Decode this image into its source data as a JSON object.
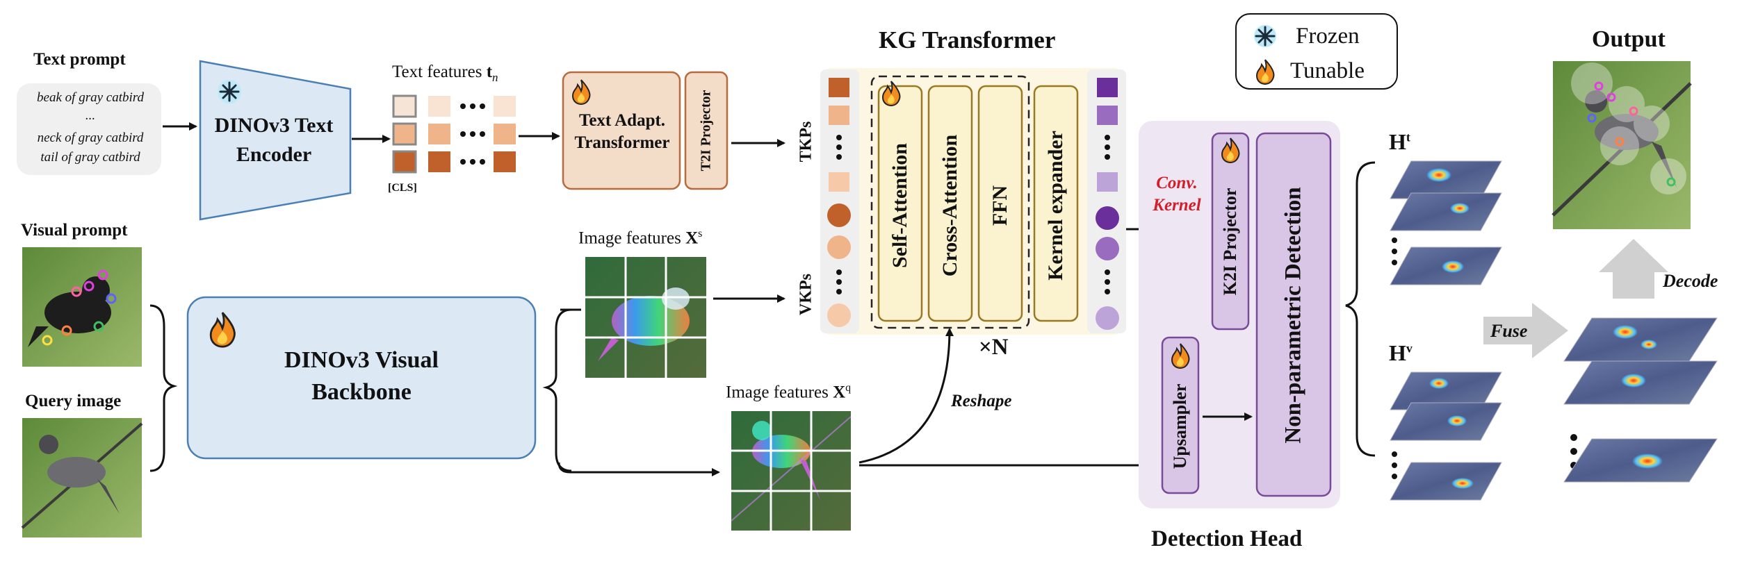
{
  "legend": {
    "frozen": "Frozen",
    "tunable": "Tunable"
  },
  "text_prompt": {
    "title": "Text prompt",
    "lines": [
      "beak of gray catbird",
      "...",
      "neck of gray catbird",
      "tail of gray catbird"
    ]
  },
  "text_encoder": {
    "line1": "DINOv3 Text",
    "line2": "Encoder"
  },
  "text_features": {
    "label": "Text features ",
    "symbol": "t",
    "subscript": "n",
    "cls": "[CLS]"
  },
  "text_adapter": {
    "line1": "Text Adapt.",
    "line2": "Transformer",
    "projector": "T2I Projector"
  },
  "kg_transformer": {
    "title": "KG Transformer",
    "blocks": [
      "Self-Attention",
      "Cross-Attention",
      "FFN",
      "Kernel expander"
    ],
    "repeat": "×N",
    "tkps": "TKPs",
    "vkps": "VKPs"
  },
  "visual_prompt": {
    "title": "Visual prompt"
  },
  "query_image": {
    "title": "Query image"
  },
  "backbone": {
    "line1": "DINOv3 Visual",
    "line2": "Backbone"
  },
  "image_features_s": {
    "label": "Image features ",
    "symbol": "X",
    "sup": "s"
  },
  "image_features_q": {
    "label": "Image features ",
    "symbol": "X",
    "sup": "q"
  },
  "reshape": "Reshape",
  "conv_kernel": {
    "line1": "Conv.",
    "line2": "Kernel"
  },
  "detection_head": {
    "title": "Detection Head",
    "k2i": "K2I Projector",
    "upsampler": "Upsampler",
    "nonparam": "Non-parametric Detection"
  },
  "heatmaps": {
    "ht": "H",
    "ht_sup": "t",
    "hv": "H",
    "hv_sup": "v"
  },
  "fuse": "Fuse",
  "decode": "Decode",
  "output": {
    "title": "Output"
  },
  "colors": {
    "encoder_fill": "#dce8f4",
    "encoder_stroke": "#4a7fb5",
    "adapter_fill": "#f3dcc8",
    "adapter_stroke": "#b86a3a",
    "kg_bg": "#fdf6e3",
    "kg_block_fill": "#fbf3cf",
    "head_bg": "#eee6f3",
    "head_block_fill": "#d9c5e6",
    "head_block_stroke": "#7a4a9a",
    "conv_kernel_text": "#d0202a",
    "arrow_grey": "#d0d0d0"
  }
}
